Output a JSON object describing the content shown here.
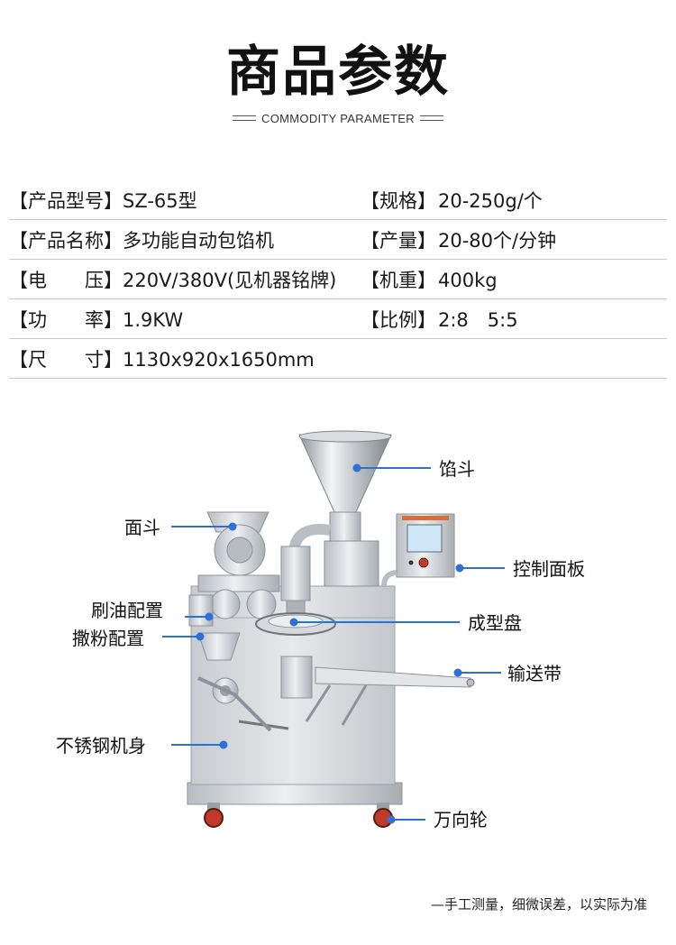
{
  "header": {
    "title": "商品参数",
    "subtitle": "COMMODITY PARAMETER"
  },
  "specs": [
    {
      "left": {
        "label": "【产品型号】",
        "value": "SZ-65型"
      },
      "right": {
        "label": "【规格】",
        "value": "20-250g/个"
      }
    },
    {
      "left": {
        "label": "【产品名称】",
        "value": "多功能自动包馅机"
      },
      "right": {
        "label": "【产量】",
        "value": "20-80个/分钟"
      }
    },
    {
      "left": {
        "label": "【电　　压】",
        "value": "220V/380V(见机器铭牌)"
      },
      "right": {
        "label": "【机重】",
        "value": "400kg"
      }
    },
    {
      "left": {
        "label": "【功　　率】",
        "value": "1.9KW"
      },
      "right": {
        "label": "【比例】",
        "value": "2:8　5:5"
      }
    },
    {
      "left": {
        "label": "【尺　　寸】",
        "value": "1130x920x1650mm"
      },
      "right": {
        "label": "",
        "value": ""
      }
    }
  ],
  "diagram": {
    "callouts": {
      "hopper": "馅斗",
      "dough_hopper": "面斗",
      "control_panel": "控制面板",
      "oil_brush": "刷油配置",
      "forming_disk": "成型盘",
      "flour_duster": "撒粉配置",
      "conveyor": "输送带",
      "body": "不锈钢机身",
      "caster": "万向轮"
    },
    "colors": {
      "pointer": "#2f6fd8",
      "steel": "#c9cdd2",
      "steel_dark": "#8d9399",
      "caster_red": "#c0392b",
      "panel_blue": "#cfe6f7"
    }
  },
  "footer": {
    "note": "—手工测量，细微误差，以实际为准"
  }
}
